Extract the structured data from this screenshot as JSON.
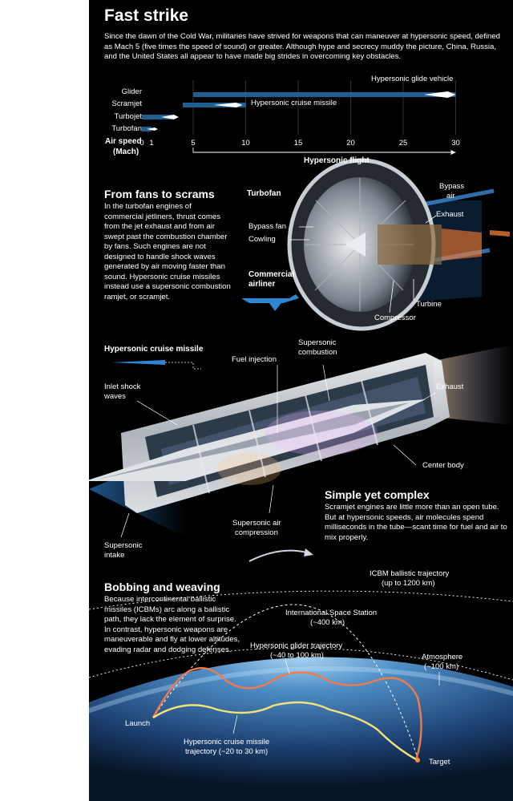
{
  "header": {
    "title": "Fast strike",
    "intro": "Since the dawn of the Cold War, militaries have strived for weapons that can maneuver at hypersonic speed, defined as Mach 5 (five times the speed of sound) or greater. Although hype and secrecy muddy the picture, China, Russia, and the United States all appear to have made big strides in overcoming key obstacles."
  },
  "chart_data": {
    "type": "bar",
    "orientation": "horizontal",
    "title": "",
    "categories": [
      "Glider",
      "Scramjet",
      "Turbojet",
      "Turbofan"
    ],
    "series": [
      {
        "range_mach": [
          [
            5,
            30
          ],
          [
            4,
            10
          ],
          [
            0,
            3
          ],
          [
            0,
            1
          ]
        ]
      }
    ],
    "bar_labels": [
      "Hypersonic glide vehicle",
      "Hypersonic cruise missile",
      "",
      ""
    ],
    "x_ticks": [
      0,
      1,
      5,
      10,
      15,
      20,
      25,
      30
    ],
    "xlim": [
      0,
      30
    ],
    "xlabel": "Air speed (Mach)",
    "xlabel_line1": "Air speed",
    "xlabel_line2": "(Mach)",
    "region_label": "Hypersonic flight",
    "region_range": [
      5,
      30
    ],
    "bar_color": "#1f5f8f"
  },
  "turbofan_section": {
    "title": "From fans to scrams",
    "body": "In the turbofan engines of commercial jetliners, thrust comes from the jet exhaust and from air swept past the combustion chamber by fans. Such engines are not designed to handle shock waves generated by air moving faster than sound. Hypersonic cruise missiles instead use a supersonic combustion ramjet, or scramjet.",
    "engine_label": "Turbofan",
    "labels": {
      "bypass_fan": "Bypass fan",
      "cowling": "Cowling",
      "bypass_air_1": "Bypass",
      "bypass_air_2": "air",
      "exhaust": "Exhaust",
      "turbine": "Turbine",
      "compressor": "Compressor",
      "airliner_1": "Commercial",
      "airliner_2": "airliner"
    }
  },
  "scramjet_section": {
    "missile_label": "Hypersonic cruise missile",
    "labels": {
      "fuel_injection": "Fuel injection",
      "supersonic_combustion_1": "Supersonic",
      "supersonic_combustion_2": "combustion",
      "inlet_shock_1": "Inlet shock",
      "inlet_shock_2": "waves",
      "exhaust": "Exhaust",
      "center_body": "Center body",
      "air_compression_1": "Supersonic air",
      "air_compression_2": "compression",
      "intake_1": "Supersonic",
      "intake_2": "intake"
    },
    "subtitle": "Simple yet complex",
    "body": "Scramjet engines are little more than an open tube. But at hypersonic speeds, air molecules spend milliseconds in the tube—scant time for fuel and air to mix properly."
  },
  "trajectory_section": {
    "title": "Bobbing and weaving",
    "body": "Because intercontinental ballistic missiles (ICBMs) arc along a ballistic path, they lack the element of surprise. In contrast, hypersonic weapons are maneuverable and fly at lower altitudes, evading radar and dodging defenses.",
    "labels": {
      "icbm_1": "ICBM ballistic trajectory",
      "icbm_2": "(up to 1200 km)",
      "iss_1": "International Space Station",
      "iss_2": "(~400 km)",
      "glider_1": "Hypersonic glider trajectory",
      "glider_2": "(~40 to 100 km)",
      "atmosphere_1": "Atmosphere",
      "atmosphere_2": "(~100 km)",
      "launch": "Launch",
      "cruise_1": "Hypersonic cruise missile",
      "cruise_2": "trajectory (~20 to 30 km)",
      "target": "Target"
    },
    "colors": {
      "glider": "#f07a4a",
      "cruise": "#f2e27a",
      "icbm": "#ffffff"
    }
  }
}
